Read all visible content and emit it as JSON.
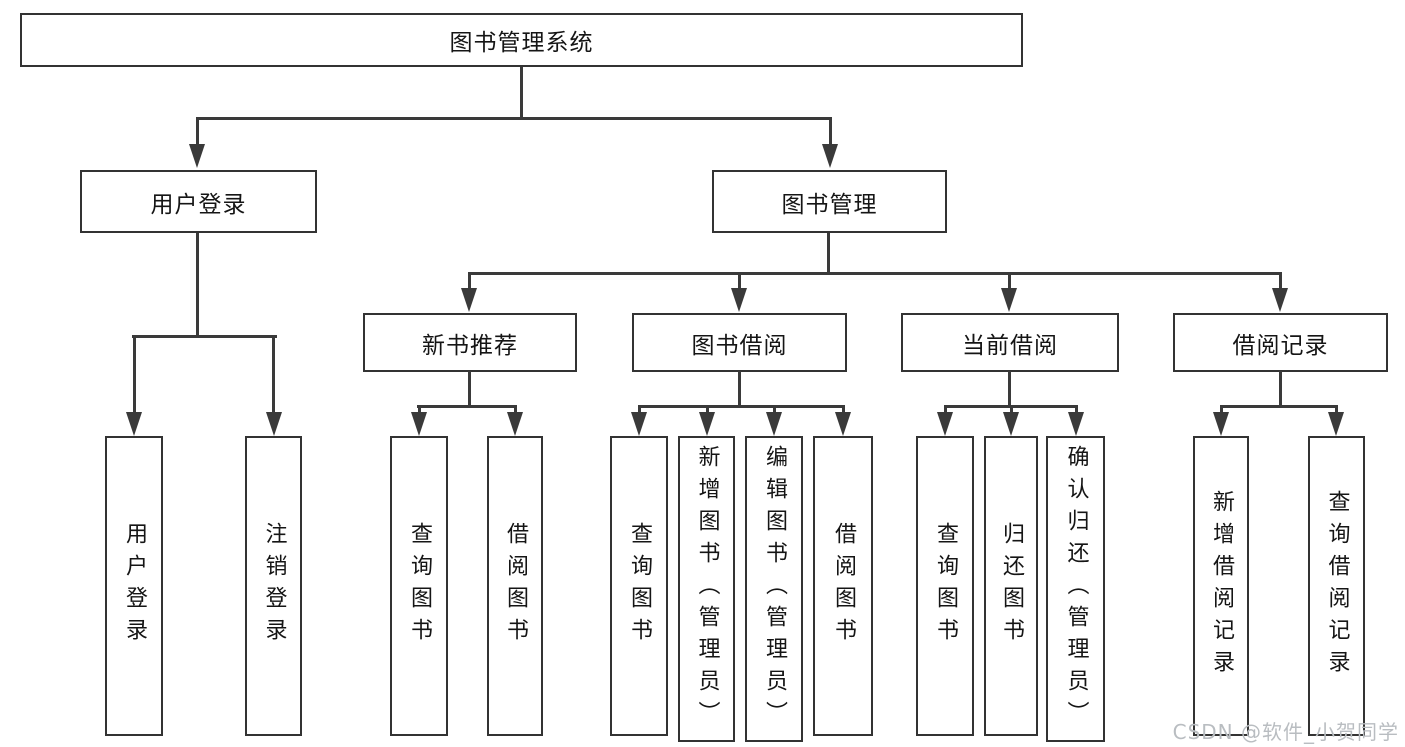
{
  "diagram": {
    "title": "图书管理系统",
    "type": "hierarchy-tree",
    "colors": {
      "line": "#3a3a3a",
      "box_border": "#333333",
      "text": "#151515",
      "watermark": "#b9bdc1",
      "background": "#ffffff"
    },
    "nodes": {
      "root": "图书管理系统",
      "user_login": "用户登录",
      "book_mgmt": "图书管理",
      "new_book_rec": "新书推荐",
      "book_borrow": "图书借阅",
      "current_borrow": "当前借阅",
      "borrow_record": "借阅记录",
      "leaves": {
        "user_login": "用户登录",
        "logout": "注销登录",
        "rec_query_book": "查询图书",
        "rec_borrow_book": "借阅图书",
        "bb_query_book": "查询图书",
        "bb_add_book": "新增图书（管理员）",
        "bb_edit_book": "编辑图书（管理员）",
        "bb_borrow_book": "借阅图书",
        "cb_query_book": "查询图书",
        "cb_return_book": "归还图书",
        "cb_confirm_return": "确认归还（管理员）",
        "br_add_record": "新增借阅记录",
        "br_query_record": "查询借阅记录"
      }
    },
    "edges": [
      "图书管理系统→用户登录",
      "图书管理系统→图书管理",
      "用户登录→用户登录",
      "用户登录→注销登录",
      "图书管理→新书推荐",
      "图书管理→图书借阅",
      "图书管理→当前借阅",
      "图书管理→借阅记录",
      "新书推荐→查询图书",
      "新书推荐→借阅图书",
      "图书借阅→查询图书",
      "图书借阅→新增图书（管理员）",
      "图书借阅→编辑图书（管理员）",
      "图书借阅→借阅图书",
      "当前借阅→查询图书",
      "当前借阅→归还图书",
      "当前借阅→确认归还（管理员）",
      "借阅记录→新增借阅记录",
      "借阅记录→查询借阅记录"
    ],
    "watermark": "CSDN @软件_小贺同学"
  }
}
